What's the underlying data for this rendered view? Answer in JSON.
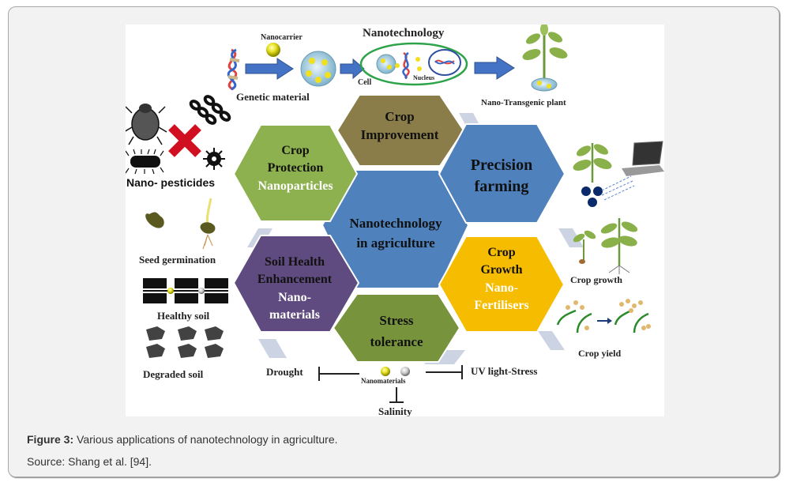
{
  "figure": {
    "flow": {
      "title": "Nanotechnology",
      "nanocarrier": "Nanocarrier",
      "genetic_material": "Genetic material",
      "cell": "Cell",
      "nucleus": "Nucleus",
      "transgenic_plant": "Nano-Transgenic plant"
    },
    "hexagons": {
      "center": {
        "line1": "Nanotechnology",
        "line2": "in agriculture",
        "color": "#4f81bd"
      },
      "crop_improvement": {
        "line1": "Crop",
        "line2": "Improvement",
        "color": "#8b7d4a"
      },
      "crop_protection": {
        "line1": "Crop",
        "line2": "Protection",
        "line3": "Nanoparticles",
        "color": "#8db14f"
      },
      "precision_farming": {
        "line1": "Precision",
        "line2": "farming",
        "color": "#4f81bd"
      },
      "soil_health": {
        "line1": "Soil Health",
        "line2": "Enhancement",
        "line3": "Nano-",
        "line4": "materials",
        "color": "#5f4b7f"
      },
      "crop_growth": {
        "line1": "Crop",
        "line2": "Growth",
        "line3": "Nano-",
        "line4": "Fertilisers",
        "color": "#f6bc00"
      },
      "stress_tolerance": {
        "line1": "Stress",
        "line2": "tolerance",
        "color": "#77933c"
      }
    },
    "left_labels": {
      "pesticides": "Nano- pesticides",
      "seed_germination": "Seed germination",
      "healthy_soil": "Healthy  soil",
      "degraded_soil": "Degraded soil"
    },
    "right_labels": {
      "crop_growth": "Crop growth",
      "crop_yield": "Crop yield"
    },
    "stress": {
      "drought": "Drought",
      "uv": "UV light-Stress",
      "nanomaterials": "Nanomaterials",
      "salinity": "Salinity"
    }
  },
  "caption": {
    "label": "Figure 3:",
    "text": " Various applications of nanotechnology in agriculture.",
    "source": "Source: Shang et al. [94]."
  }
}
